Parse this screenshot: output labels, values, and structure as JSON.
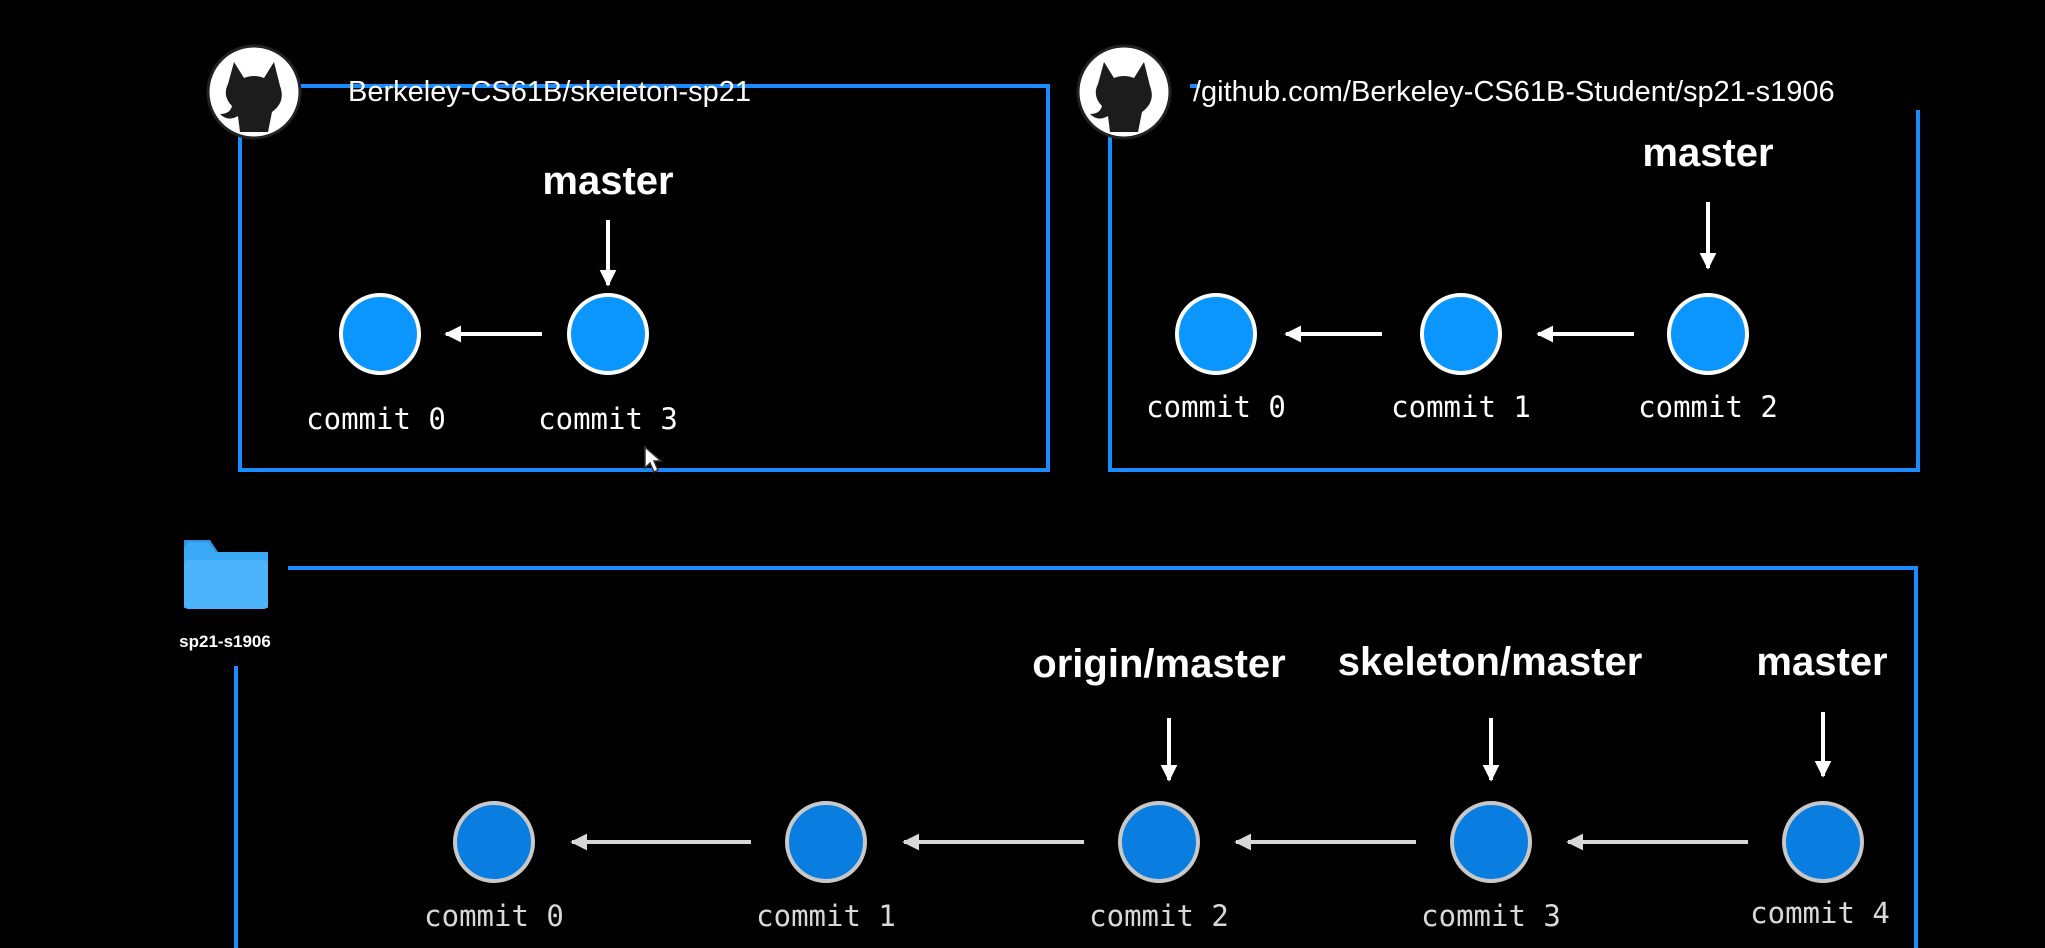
{
  "remote_skeleton": {
    "title": "Berkeley-CS61B/skeleton-sp21",
    "branch": "master",
    "commits": [
      "commit 0",
      "commit 3"
    ]
  },
  "remote_origin": {
    "title": "/github.com/Berkeley-CS61B-Student/sp21-s1906",
    "branch": "master",
    "commits": [
      "commit 0",
      "commit 1",
      "commit 2"
    ]
  },
  "local_repo": {
    "folder_name": "sp21-s1906",
    "pointers": [
      "origin/master",
      "skeleton/master",
      "master"
    ],
    "commits": [
      "commit 0",
      "commit 1",
      "commit 2",
      "commit 3",
      "commit 4"
    ]
  },
  "icons": {
    "github": "github-octocat-icon",
    "folder": "folder-icon",
    "cursor": "mouse-cursor-icon"
  },
  "colors": {
    "background": "#000000",
    "frame": "#1a8cff",
    "node_remote": "#0a95ff",
    "node_local": "#0a7ee0",
    "node_border_remote": "#ffffff",
    "node_border_local": "#c8c8c8",
    "arrow": "#ffffff",
    "folder": "#3aa8f5"
  }
}
